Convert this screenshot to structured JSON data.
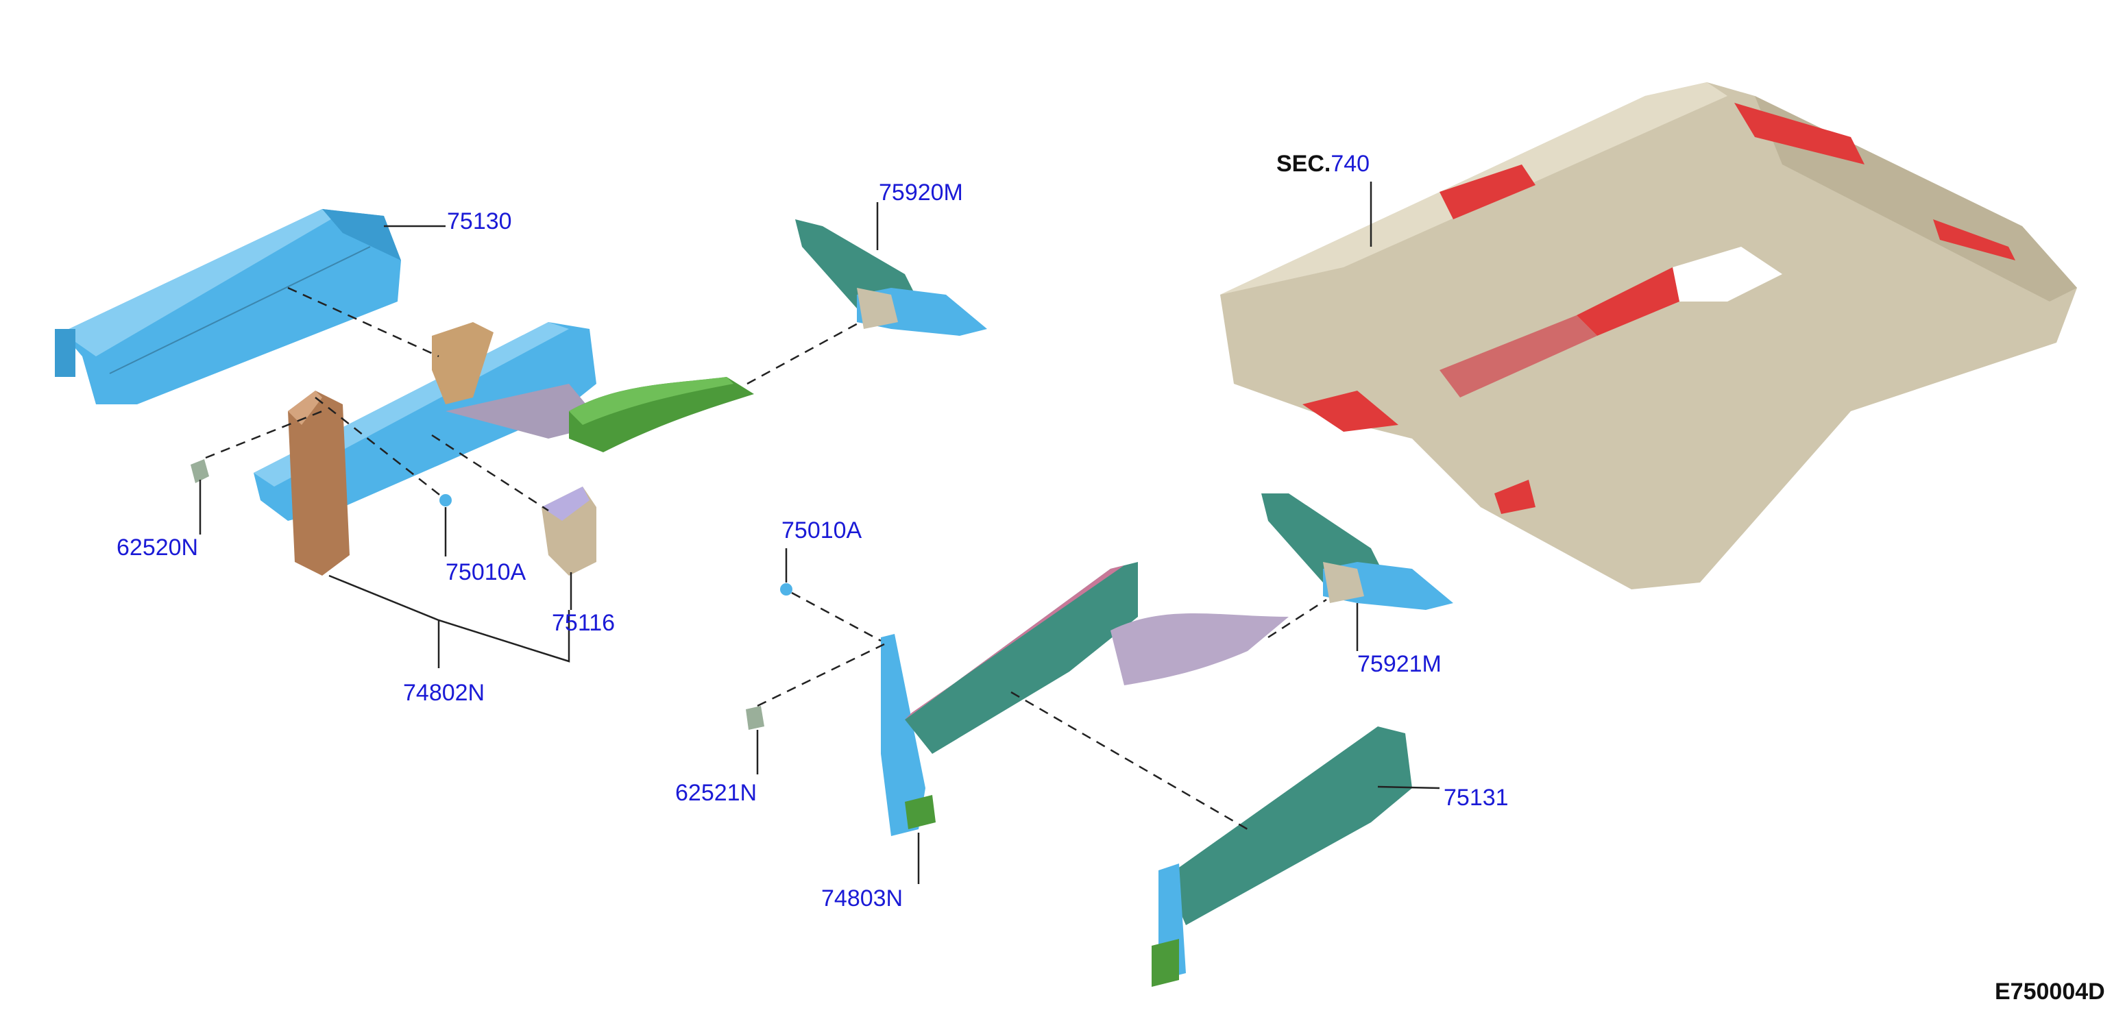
{
  "callouts": {
    "p75130": "75130",
    "p75920M": "75920M",
    "p62520N": "62520N",
    "p75010A_left": "75010A",
    "p75116": "75116",
    "p74802N": "74802N",
    "p75010A_mid": "75010A",
    "p62521N": "62521N",
    "p74803N": "74803N",
    "p75921M": "75921M",
    "p75131": "75131"
  },
  "section_ref": {
    "prefix": "SEC.",
    "number": "740"
  },
  "diagram_id": "E750004D",
  "colors": {
    "callout_text": "#1a1ad6",
    "blue_part": "#4fb3e8",
    "teal_part": "#3f8f80",
    "brown_part": "#b07a52",
    "green_part": "#4c9a3a",
    "floor_panel": "#cfc6ad",
    "red_area": "#e03a3a",
    "purple_part": "#b8a8c8",
    "pink_part": "#c87898"
  }
}
